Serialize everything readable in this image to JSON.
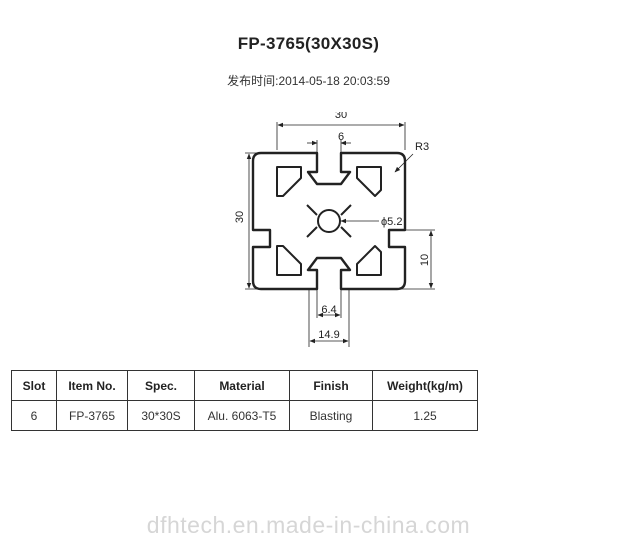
{
  "header": {
    "title": "FP-3765(30X30S)",
    "published_label": "发布时间:",
    "published_value": "2014-05-18 20:03:59"
  },
  "drawing": {
    "dim_width": "30",
    "dim_slot": "6",
    "dim_radius": "R3",
    "dim_height": "30",
    "dim_hole": "ϕ5.2",
    "dim_depth": "10",
    "dim_inner": "6.4",
    "dim_outer": "14.9"
  },
  "table": {
    "headers": [
      "Slot",
      "Item No.",
      "Spec.",
      "Material",
      "Finish",
      "Weight(kg/m)"
    ],
    "rows": [
      [
        "6",
        "FP-3765",
        "30*30S",
        "Alu. 6063-T5",
        "Blasting",
        "1.25"
      ]
    ]
  },
  "watermark": "dfhtech.en.made-in-china.com"
}
